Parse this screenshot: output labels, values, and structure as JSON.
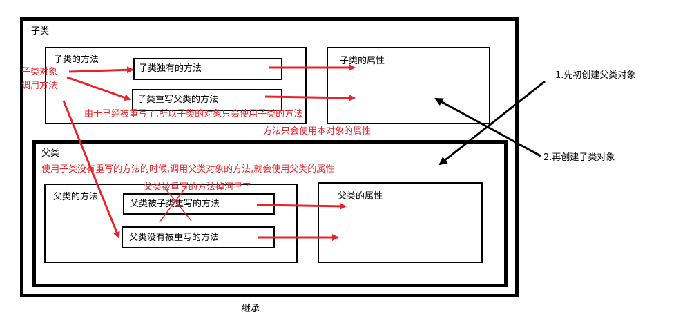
{
  "child_class": {
    "title": "子类",
    "methods": {
      "title": "子类的方法",
      "unique_method": "子类独有的方法",
      "override_method": "子类重写父类的方法"
    },
    "properties": {
      "title": "子类的属性"
    }
  },
  "parent_class": {
    "title": "父类",
    "methods": {
      "title": "父类的方法",
      "overridden_method": "父类被子类重写的方法",
      "not_overridden_method": "父类没有被重写的方法"
    },
    "properties": {
      "title": "父类的属性"
    }
  },
  "annotations": {
    "caller": [
      "子类对象",
      "调用方法"
    ],
    "override_note": "由于已经被重写了,所以子类的对象只会使用子类的方法",
    "own_props_note": "方法只会使用本对象的属性",
    "parent_use_note": "使用子类没有重写的方法的时候,调用父类对象的方法,就会使用父类的属性",
    "discarded_note": "父类被重写的方法掉河里了"
  },
  "steps": {
    "step1": "1.先初创建父类对象",
    "step2": "2.再创建子类对象"
  },
  "footer": "继承",
  "colors": {
    "accent": "#e8232a",
    "line": "#000000"
  }
}
